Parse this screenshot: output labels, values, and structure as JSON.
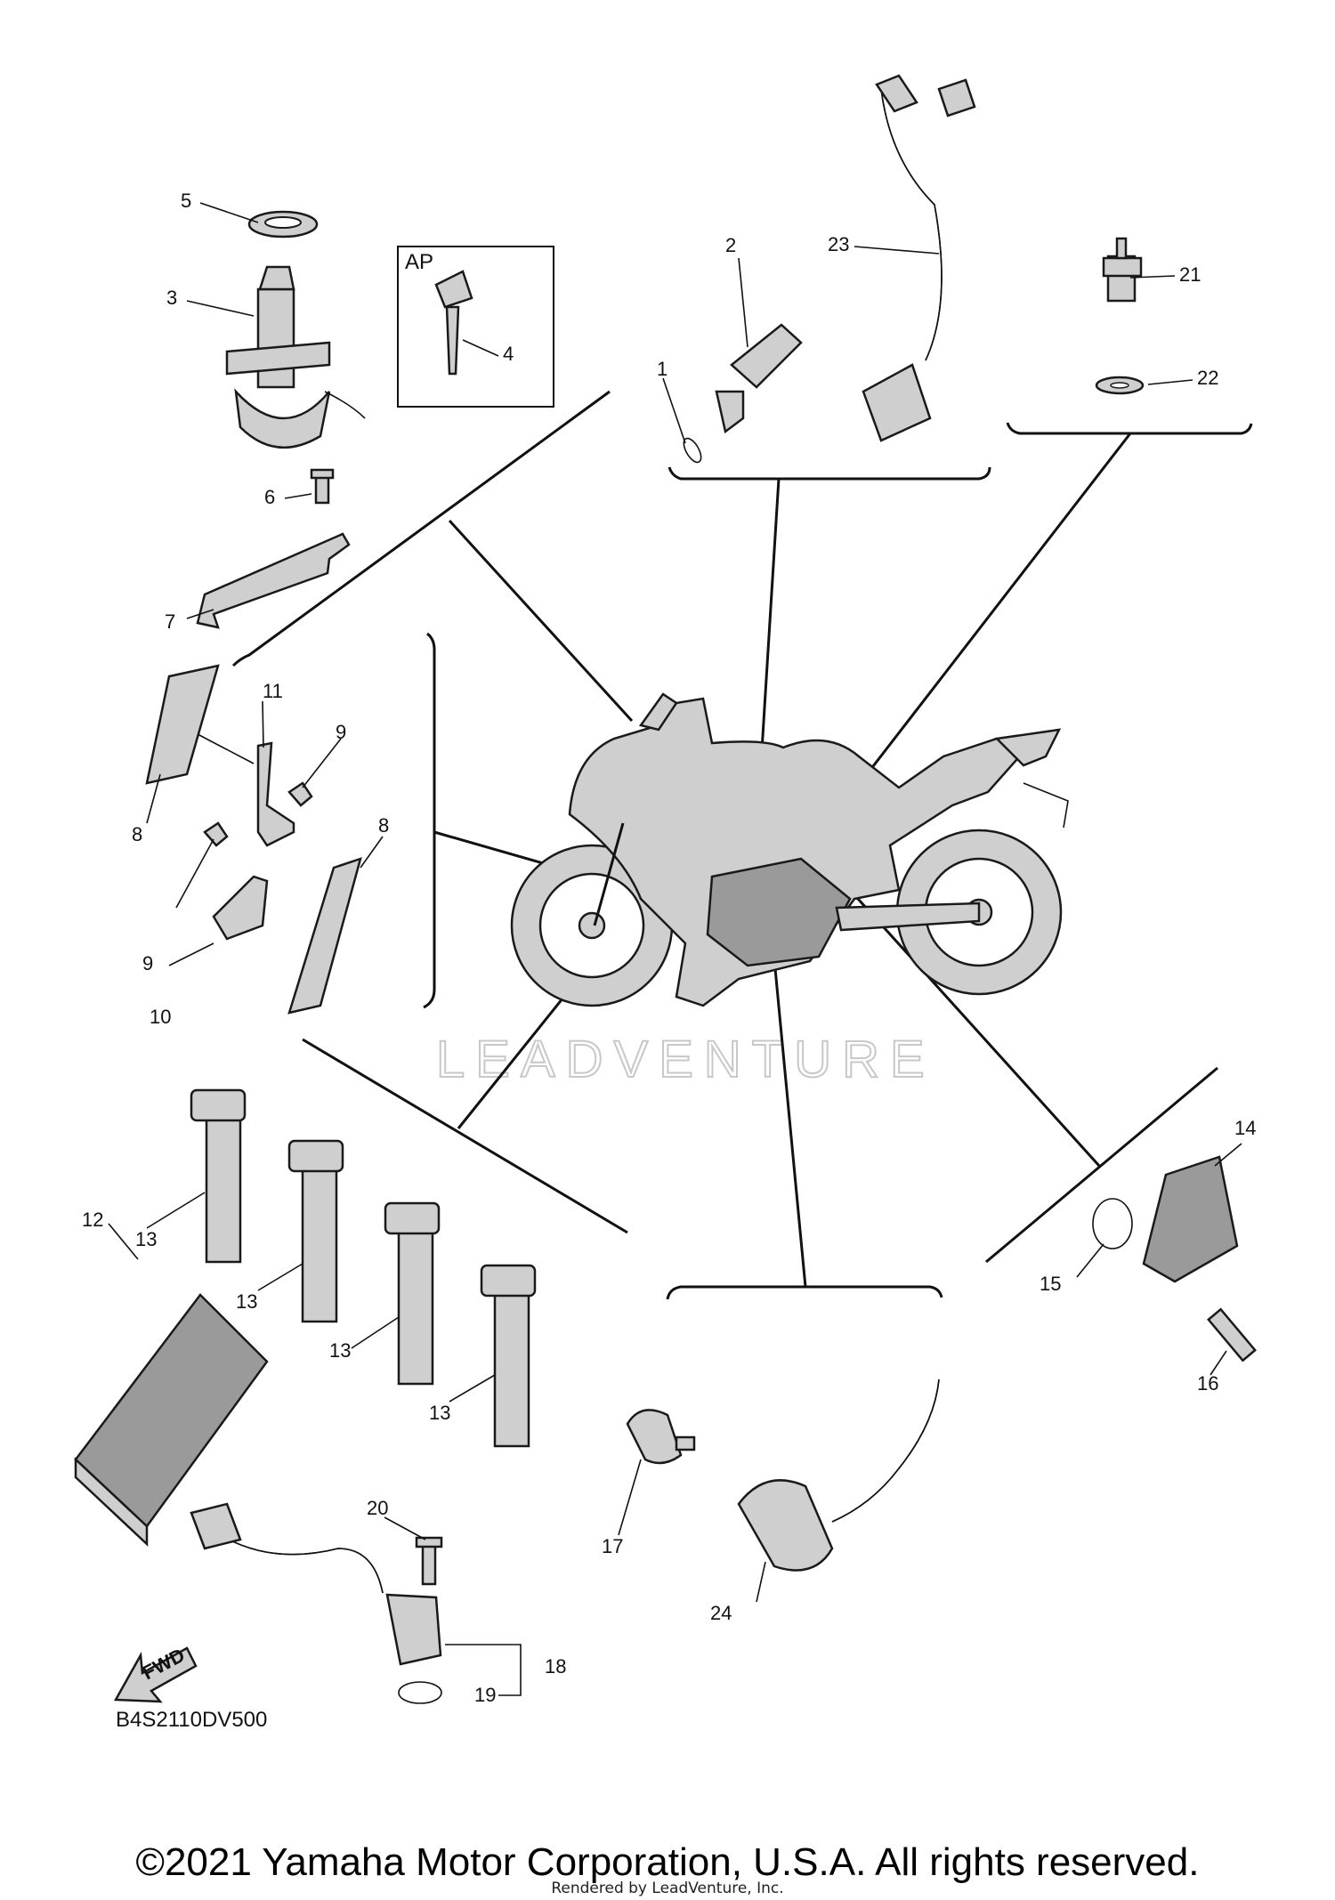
{
  "diagram": {
    "callouts": [
      "1",
      "2",
      "3",
      "4",
      "5",
      "6",
      "7",
      "8",
      "8",
      "9",
      "9",
      "10",
      "11",
      "12",
      "13",
      "13",
      "13",
      "13",
      "14",
      "15",
      "16",
      "17",
      "18",
      "19",
      "20",
      "21",
      "22",
      "23",
      "24"
    ],
    "box_label": "AP",
    "fwd_label": "FWD",
    "diagram_code": "B4S2110DV500",
    "watermark": "LEADVENTURE"
  },
  "footer": {
    "copyright": "©2021 Yamaha Motor Corporation, U.S.A. All rights reserved.",
    "rendered_by": "Rendered by LeadVenture, Inc."
  }
}
